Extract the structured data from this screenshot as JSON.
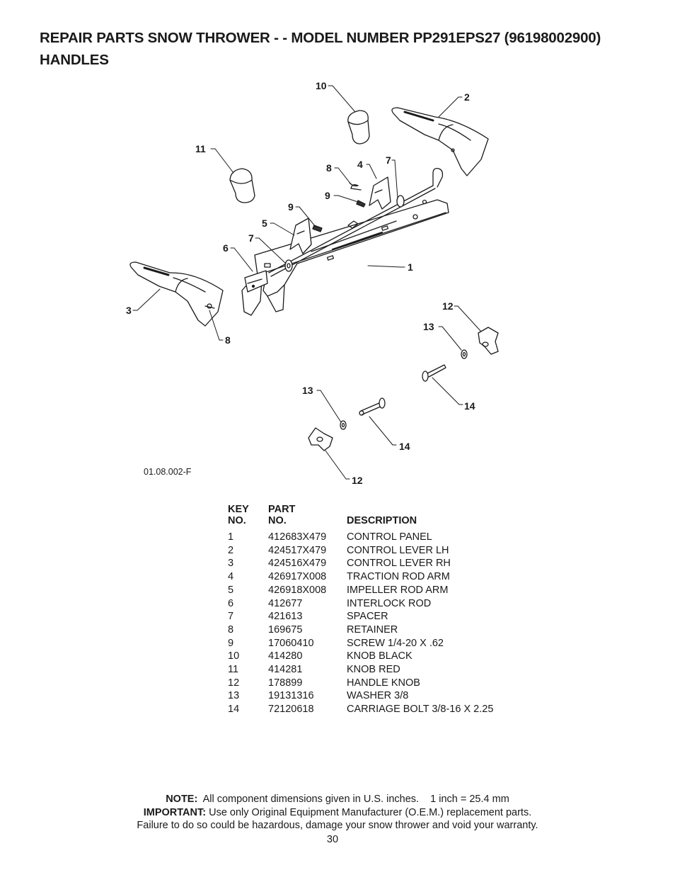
{
  "title": {
    "line1": "REPAIR PARTS SNOW THROWER - - MODEL NUMBER PP291EPS27 (96198002900)",
    "line2": "HANDLES"
  },
  "diagram": {
    "figure_ref": "01.08.002-F",
    "callouts": {
      "c10": "10",
      "c2": "2",
      "c11": "11",
      "c8a": "8",
      "c4": "4",
      "c7a": "7",
      "c9a": "9",
      "c9b": "9",
      "c5": "5",
      "c7b": "7",
      "c6": "6",
      "c1": "1",
      "c3": "3",
      "c8b": "8",
      "c12a": "12",
      "c13a": "13",
      "c14a": "14",
      "c13b": "13",
      "c14b": "14",
      "c12b": "12"
    }
  },
  "parts_table": {
    "headers": {
      "key_line1": "KEY",
      "key_line2": "NO.",
      "part_line1": "PART",
      "part_line2": "NO.",
      "description": "DESCRIPTION"
    },
    "rows": [
      {
        "key": "1",
        "part": "412683X479",
        "desc": "CONTROL PANEL"
      },
      {
        "key": "2",
        "part": "424517X479",
        "desc": "CONTROL LEVER LH"
      },
      {
        "key": "3",
        "part": "424516X479",
        "desc": "CONTROL LEVER RH"
      },
      {
        "key": "4",
        "part": "426917X008",
        "desc": "TRACTION ROD ARM"
      },
      {
        "key": "5",
        "part": "426918X008",
        "desc": "IMPELLER ROD ARM"
      },
      {
        "key": "6",
        "part": "412677",
        "desc": "INTERLOCK ROD"
      },
      {
        "key": "7",
        "part": "421613",
        "desc": "SPACER"
      },
      {
        "key": "8",
        "part": "169675",
        "desc": "RETAINER"
      },
      {
        "key": "9",
        "part": "17060410",
        "desc": "SCREW 1/4-20 X .62"
      },
      {
        "key": "10",
        "part": "414280",
        "desc": "KNOB BLACK"
      },
      {
        "key": "11",
        "part": "414281",
        "desc": "KNOB RED"
      },
      {
        "key": "12",
        "part": "178899",
        "desc": "HANDLE KNOB"
      },
      {
        "key": "13",
        "part": "19131316",
        "desc": "WASHER 3/8"
      },
      {
        "key": "14",
        "part": "72120618",
        "desc": "CARRIAGE BOLT 3/8-16 X 2.25"
      }
    ]
  },
  "notes": {
    "note_label": "NOTE:",
    "note_text": "All component dimensions given in U.S. inches.    1 inch = 25.4 mm",
    "important_label": "IMPORTANT:",
    "important_text": "Use only Original Equipment Manufacturer (O.E.M.) replacement parts.",
    "warning_text": "Failure to do so could be hazardous, damage your snow thrower and void your warranty."
  },
  "page_number": "30"
}
